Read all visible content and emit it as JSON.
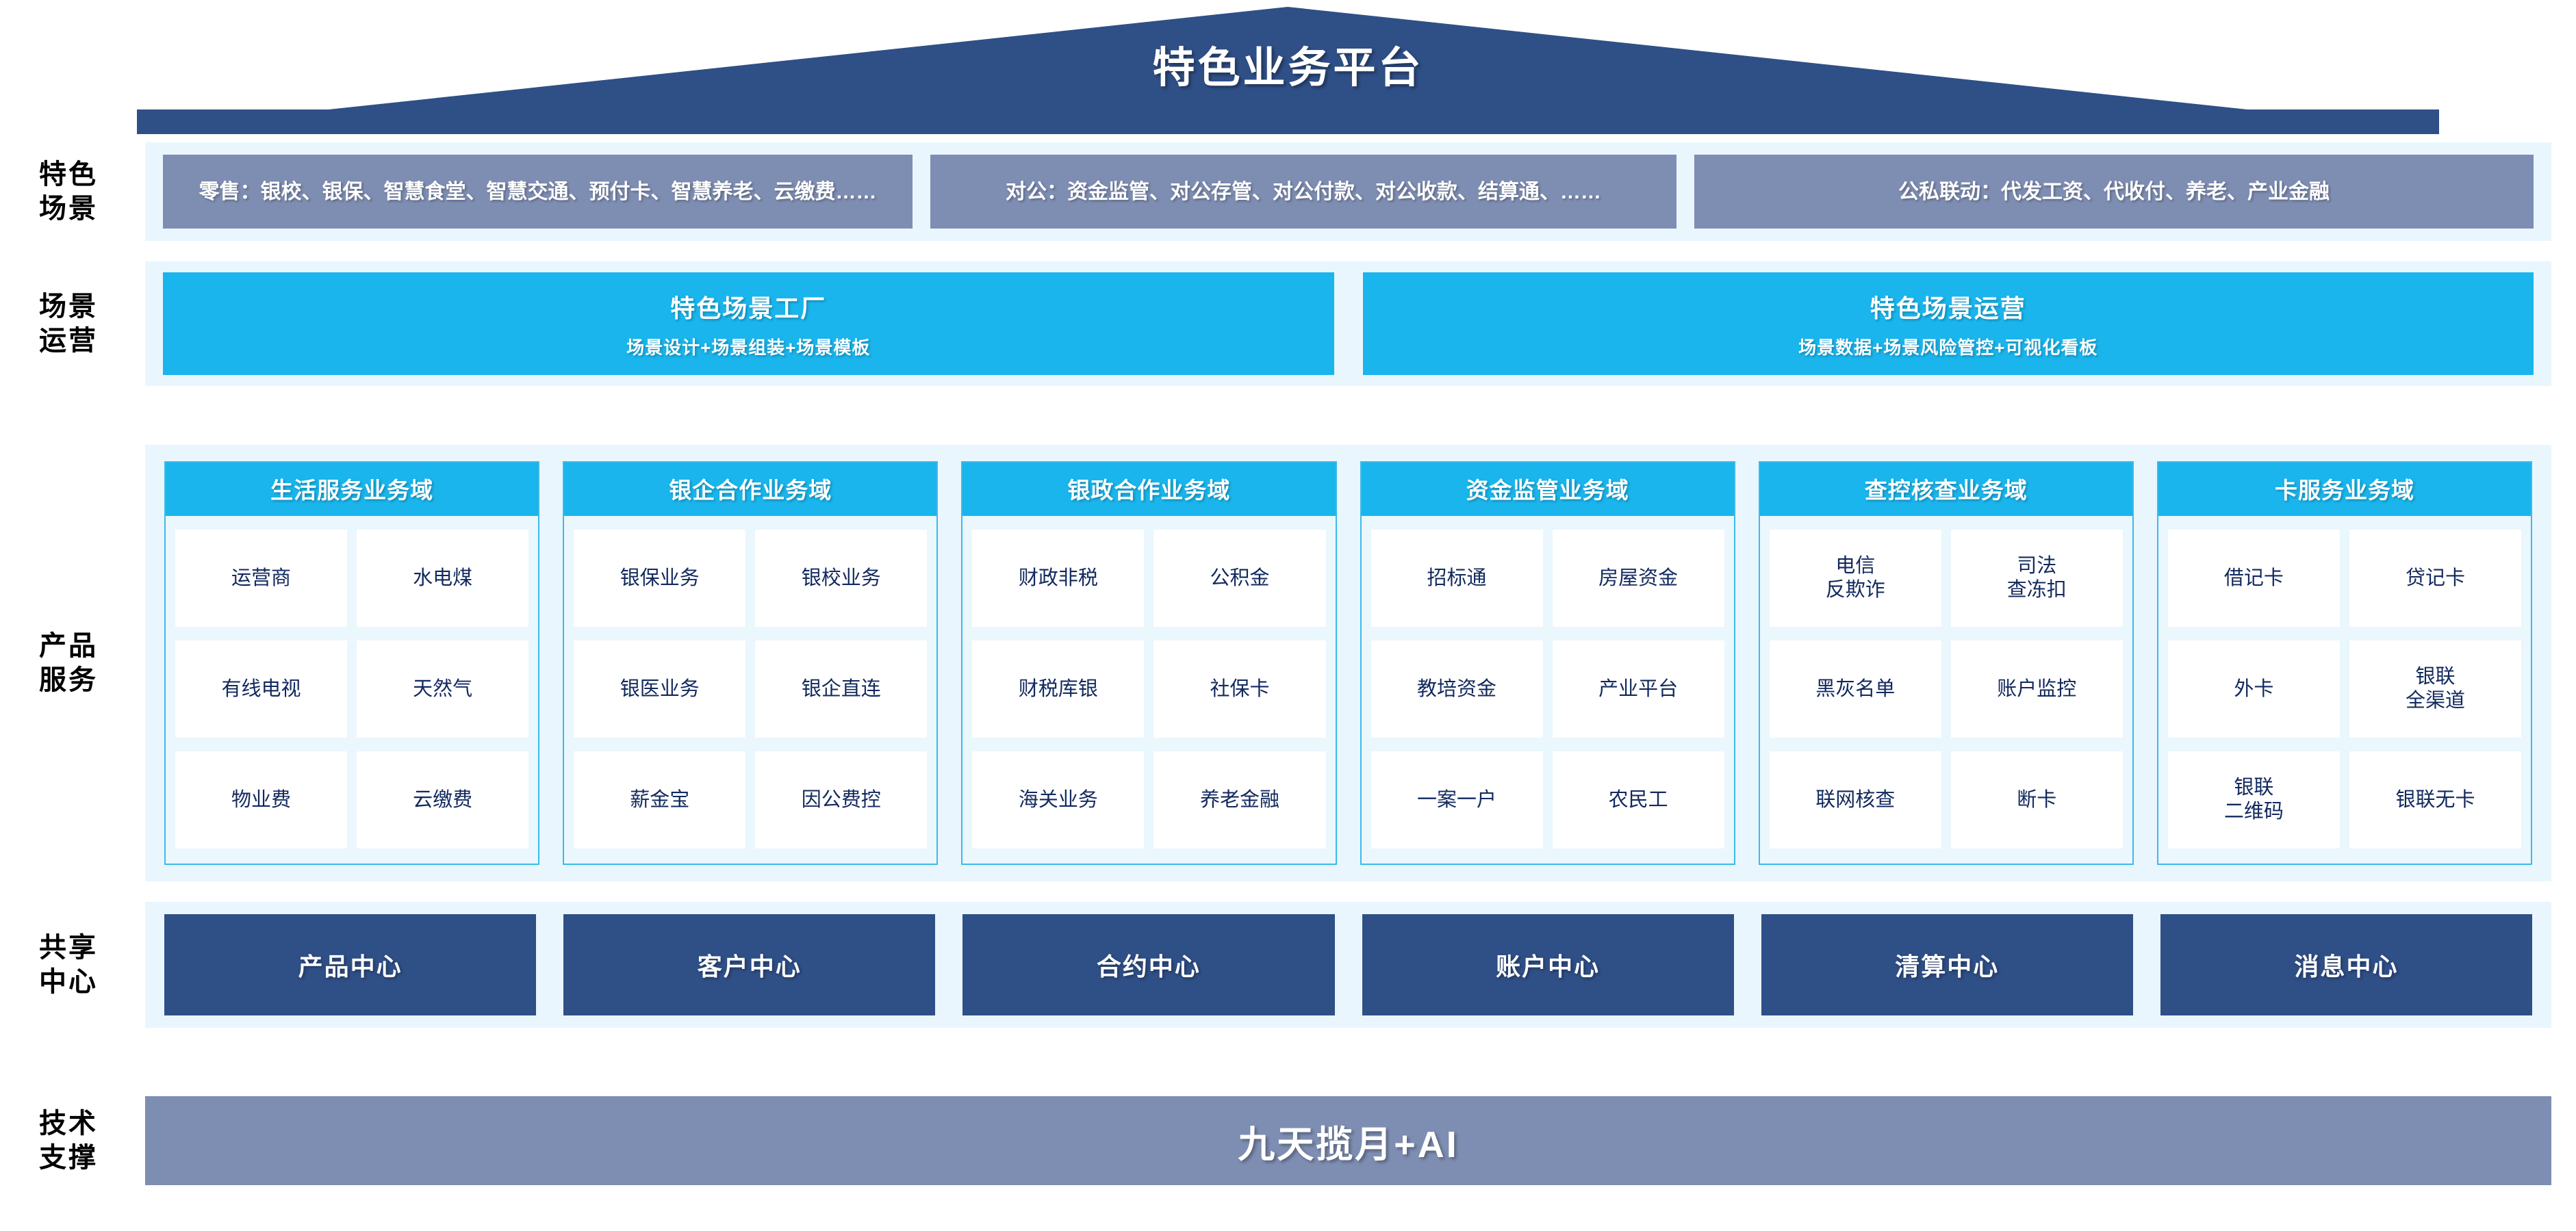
{
  "header": {
    "title": "特色业务平台",
    "roof_color": "#2f4f87"
  },
  "colors": {
    "band_bg": "#e9f6fd",
    "slate": "#7e8db2",
    "cyan": "#19b5ec",
    "navy": "#2f4f87",
    "cell_text": "#12295e"
  },
  "rows": {
    "scene": {
      "label_line1": "特色",
      "label_line2": "场景",
      "boxes": [
        "零售：银校、银保、智慧食堂、智慧交通、预付卡、智慧养老、云缴费……",
        "对公：资金监管、对公存管、对公付款、对公收款、结算通、……",
        "公私联动：代发工资、代收付、养老、产业金融"
      ]
    },
    "operations": {
      "label_line1": "场景",
      "label_line2": "运营",
      "boxes": [
        {
          "title": "特色场景工厂",
          "subtitle": "场景设计+场景组装+场景模板"
        },
        {
          "title": "特色场景运营",
          "subtitle": "场景数据+场景风险管控+可视化看板"
        }
      ]
    },
    "products": {
      "label_line1": "产品",
      "label_line2": "服务",
      "domains": [
        {
          "title": "生活服务业务域",
          "cells": [
            "运营商",
            "水电煤",
            "有线电视",
            "天然气",
            "物业费",
            "云缴费"
          ]
        },
        {
          "title": "银企合作业务域",
          "cells": [
            "银保业务",
            "银校业务",
            "银医业务",
            "银企直连",
            "薪金宝",
            "因公费控"
          ]
        },
        {
          "title": "银政合作业务域",
          "cells": [
            "财政非税",
            "公积金",
            "财税库银",
            "社保卡",
            "海关业务",
            "养老金融"
          ]
        },
        {
          "title": "资金监管业务域",
          "cells": [
            "招标通",
            "房屋资金",
            "教培资金",
            "产业平台",
            "一案一户",
            "农民工"
          ]
        },
        {
          "title": "查控核查业务域",
          "cells": [
            "电信\n反欺诈",
            "司法\n查冻扣",
            "黑灰名单",
            "账户监控",
            "联网核查",
            "断卡"
          ]
        },
        {
          "title": "卡服务业务域",
          "cells": [
            "借记卡",
            "贷记卡",
            "外卡",
            "银联\n全渠道",
            "银联\n二维码",
            "银联无卡"
          ]
        }
      ]
    },
    "centers": {
      "label_line1": "共享",
      "label_line2": "中心",
      "boxes": [
        "产品中心",
        "客户中心",
        "合约中心",
        "账户中心",
        "清算中心",
        "消息中心"
      ]
    },
    "tech": {
      "label_line1": "技术",
      "label_line2": "支撑",
      "box": "九天揽月+AI"
    }
  }
}
